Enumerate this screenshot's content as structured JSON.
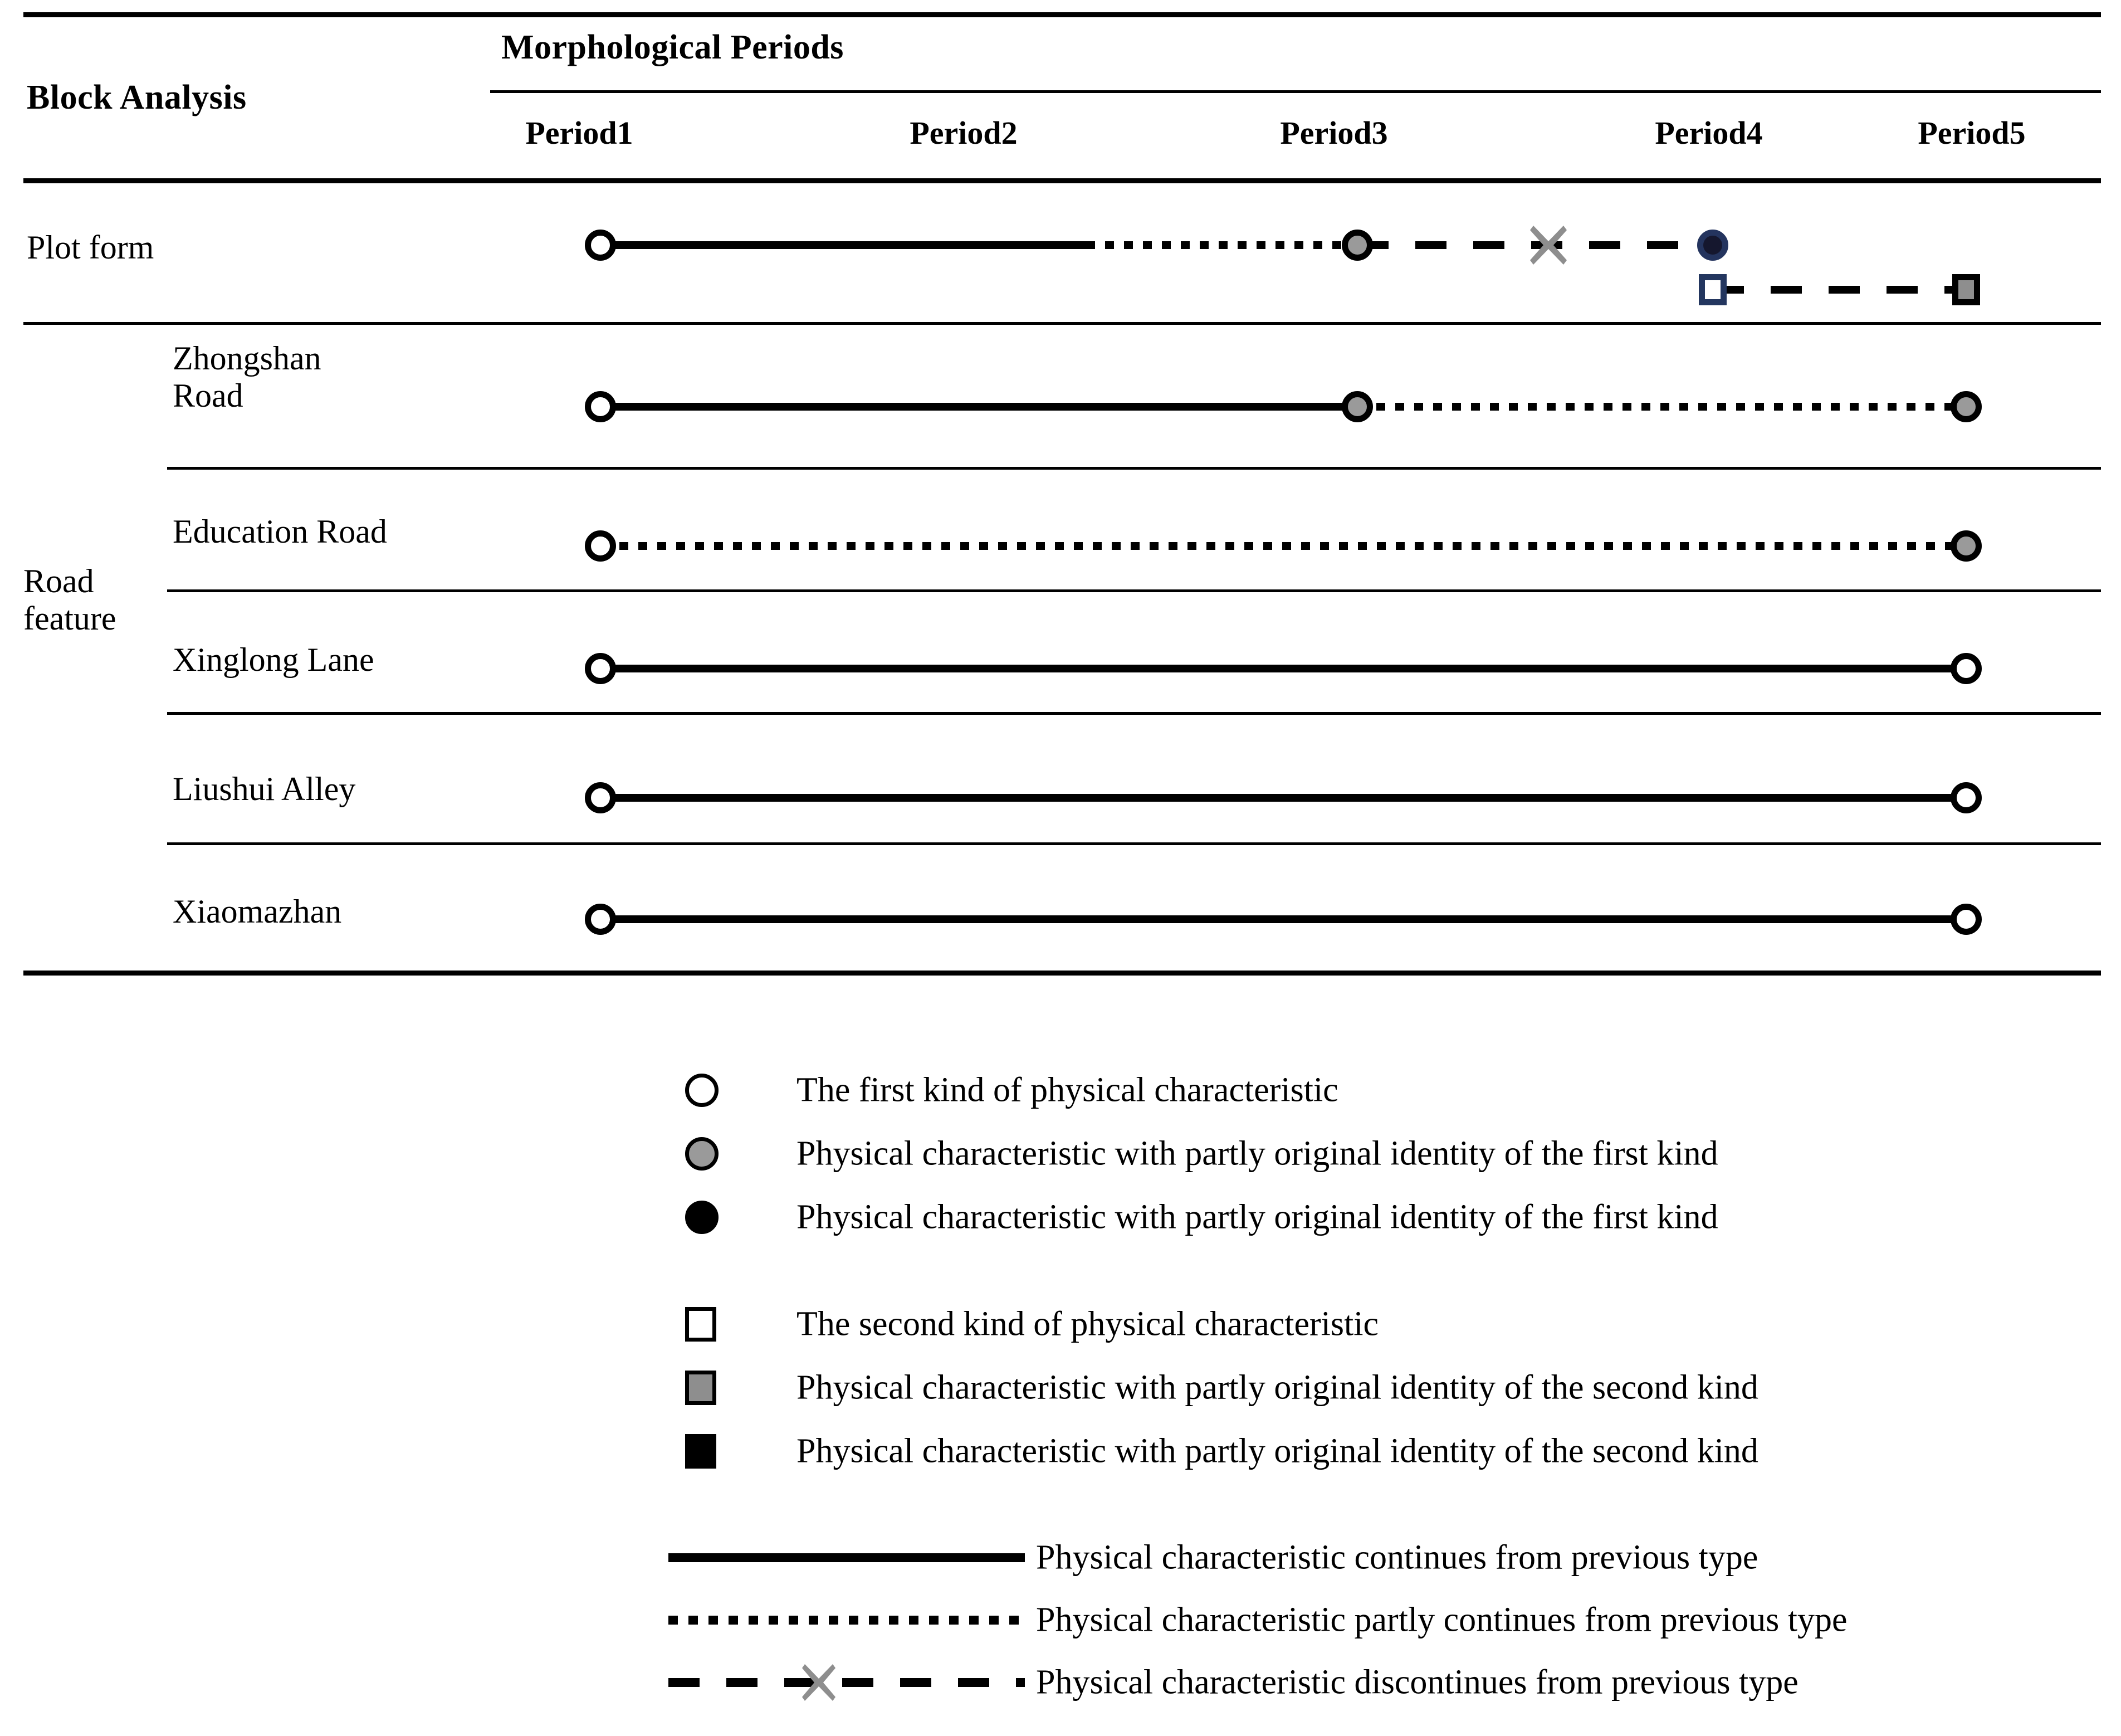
{
  "header": {
    "block_analysis": "Block Analysis",
    "morphological_periods": "Morphological Periods",
    "periods": [
      "Period1",
      "Period2",
      "Period3",
      "Period4",
      "Period5"
    ]
  },
  "rows": {
    "plot_form": "Plot form",
    "road_feature_line1": "Road",
    "road_feature_line2": "feature",
    "zhongshan_line1": "Zhongshan",
    "zhongshan_line2": "Road",
    "education_road": "Education Road",
    "xinglong_lane": "Xinglong Lane",
    "liushui_alley": "Liushui Alley",
    "xiaomazhan": "Xiaomazhan"
  },
  "legend": {
    "markers_first": [
      {
        "symbol": "open-circle",
        "label": "The first kind of physical characteristic"
      },
      {
        "symbol": "gray-circle",
        "label": "Physical characteristic with partly original identity of the first kind"
      },
      {
        "symbol": "black-circle",
        "label": "Physical characteristic with partly original identity of the first kind"
      }
    ],
    "markers_second": [
      {
        "symbol": "open-square",
        "label": "The second kind of physical characteristic"
      },
      {
        "symbol": "gray-square",
        "label": "Physical characteristic with partly original identity of the second kind"
      },
      {
        "symbol": "black-square",
        "label": "Physical characteristic with partly original identity of the second kind"
      }
    ],
    "lines": [
      {
        "style": "solid",
        "label": "Physical characteristic continues from previous type"
      },
      {
        "style": "dotted",
        "label": "Physical characteristic partly continues from previous type"
      },
      {
        "style": "dashed",
        "label": "Physical characteristic discontinues from previous type"
      }
    ]
  },
  "chart_data": {
    "type": "table",
    "title": "Block Analysis across Morphological Periods",
    "categories": [
      "Period1",
      "Period2",
      "Period3",
      "Period4",
      "Period5"
    ],
    "period_x": [
      1078,
      1750,
      2437,
      3075,
      3530
    ],
    "series": [
      {
        "name": "Plot form",
        "segments": [
          {
            "from": "Period1",
            "to": "Period2",
            "style": "solid"
          },
          {
            "from": "Period2",
            "to": "Period3",
            "style": "dotted"
          },
          {
            "from": "Period3",
            "to": "Period4",
            "style": "dashed",
            "discontinuity_marker": "x"
          }
        ],
        "markers": [
          {
            "at": "Period1",
            "symbol": "open-circle"
          },
          {
            "at": "Period3",
            "symbol": "gray-circle"
          },
          {
            "at": "Period4",
            "symbol": "navy-circle"
          }
        ],
        "secondary_track": {
          "segments": [
            {
              "from": "Period4",
              "to": "Period5",
              "style": "dashed"
            }
          ],
          "markers": [
            {
              "at": "Period4",
              "symbol": "open-square-navy"
            },
            {
              "at": "Period5",
              "symbol": "gray-square"
            }
          ]
        }
      },
      {
        "name": "Zhongshan Road",
        "segments": [
          {
            "from": "Period1",
            "to": "Period3",
            "style": "solid"
          },
          {
            "from": "Period3",
            "to": "Period5",
            "style": "dotted"
          }
        ],
        "markers": [
          {
            "at": "Period1",
            "symbol": "open-circle"
          },
          {
            "at": "Period3",
            "symbol": "gray-circle"
          },
          {
            "at": "Period5",
            "symbol": "gray-circle"
          }
        ]
      },
      {
        "name": "Education Road",
        "segments": [
          {
            "from": "Period1",
            "to": "Period5",
            "style": "dotted"
          }
        ],
        "markers": [
          {
            "at": "Period1",
            "symbol": "open-circle"
          },
          {
            "at": "Period5",
            "symbol": "gray-circle"
          }
        ]
      },
      {
        "name": "Xinglong Lane",
        "segments": [
          {
            "from": "Period1",
            "to": "Period5",
            "style": "solid"
          }
        ],
        "markers": [
          {
            "at": "Period1",
            "symbol": "open-circle"
          },
          {
            "at": "Period5",
            "symbol": "open-circle"
          }
        ]
      },
      {
        "name": "Liushui Alley",
        "segments": [
          {
            "from": "Period1",
            "to": "Period5",
            "style": "solid"
          }
        ],
        "markers": [
          {
            "at": "Period1",
            "symbol": "open-circle"
          },
          {
            "at": "Period5",
            "symbol": "open-circle"
          }
        ]
      },
      {
        "name": "Xiaomazhan",
        "segments": [
          {
            "from": "Period1",
            "to": "Period5",
            "style": "solid"
          }
        ],
        "markers": [
          {
            "at": "Period1",
            "symbol": "open-circle"
          },
          {
            "at": "Period5",
            "symbol": "open-circle"
          }
        ]
      }
    ]
  },
  "colors": {
    "ink": "#000000",
    "gray_fill": "#9a9a9a",
    "navy": "#23365f",
    "navy_fill": "#15172e",
    "background": "#ffffff"
  }
}
